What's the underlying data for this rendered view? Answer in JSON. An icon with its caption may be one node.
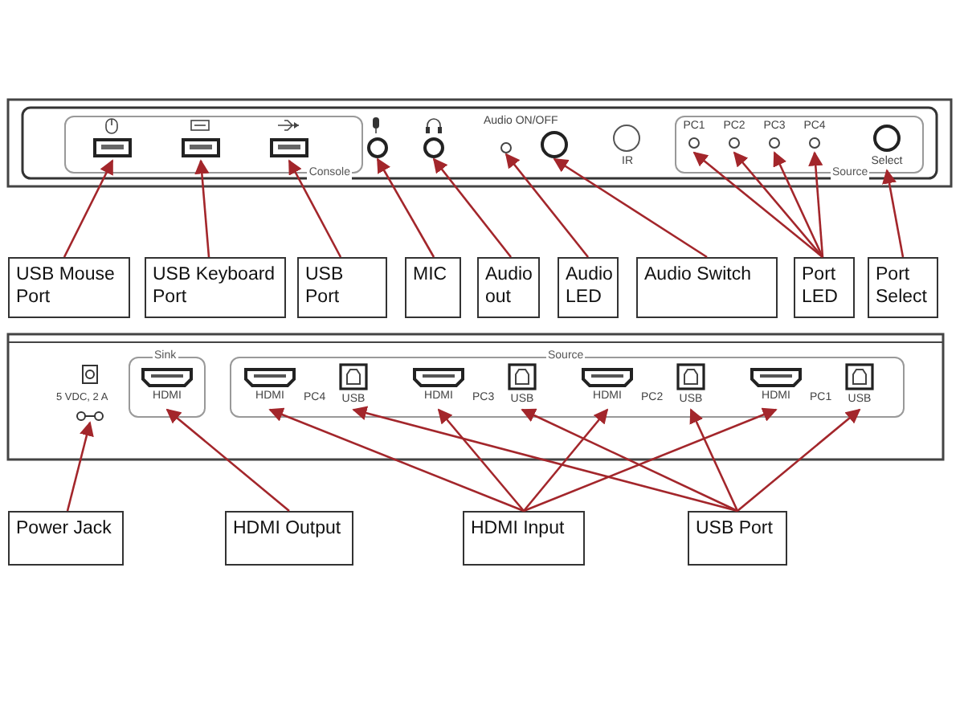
{
  "diagram": {
    "nodes": [
      {
        "text": [
          "Console"
        ]
      },
      {
        "text": [],
        "shape": "port",
        "in": 0
      },
      {
        "text": [],
        "shape": "port",
        "in": 0
      },
      {
        "text": [],
        "shape": "port",
        "in": 0
      },
      {
        "text": [],
        "shape": "circle"
      },
      {
        "text": [],
        "shape": "circle"
      },
      {
        "text": [],
        "shape": "circle"
      },
      {
        "text": [],
        "shape": "circle"
      },
      {
        "text": [
          "Source"
        ]
      },
      {
        "text": [],
        "shape": "circle",
        "in": 8,
        "beside": [
          "PC1"
        ]
      },
      {
        "text": [],
        "shape": "circle",
        "in": 8,
        "beside": [
          "PC2"
        ]
      },
      {
        "text": [],
        "shape": "circle",
        "in": 8,
        "beside": [
          "PC3"
        ]
      },
      {
        "text": [],
        "shape": "circle",
        "in": 8,
        "beside": [
          "PC4"
        ]
      },
      {
        "text": [],
        "shape": "circle",
        "in": 8,
        "beside": [
          "Select"
        ]
      },
      {
        "text": [],
        "shape": "symbol",
        "beside": [
          "5 VDC, 2 A"
        ]
      },
      {
        "text": [
          "Sink"
        ]
      },
      {
        "text": [],
        "shape": "port",
        "in": 15,
        "beside": [
          "HDMI"
        ]
      },
      {
        "text": [
          "Source"
        ]
      },
      {
        "text": [],
        "shape": "port",
        "in": 17,
        "beside": [
          "HDMI"
        ]
      },
      {
        "text": [],
        "shape": "port",
        "in": 17,
        "beside": [
          "USB"
        ]
      },
      {
        "text": [],
        "shape": "port",
        "in": 17,
        "beside": [
          "HDMI"
        ]
      },
      {
        "text": [],
        "shape": "port",
        "in": 17,
        "beside": [
          "USB"
        ]
      },
      {
        "text": [],
        "shape": "port",
        "in": 17,
        "beside": [
          "HDMI"
        ]
      },
      {
        "text": [],
        "shape": "port",
        "in": 17,
        "beside": [
          "USB"
        ]
      },
      {
        "text": [],
        "shape": "port",
        "in": 17,
        "beside": [
          "HDMI"
        ]
      },
      {
        "text": [],
        "shape": "port",
        "in": 17,
        "beside": [
          "USB"
        ]
      },
      {
        "text": [
          "USB Mouse Port"
        ]
      },
      {
        "text": [
          "USB Keyboard Port"
        ]
      },
      {
        "text": [
          "USB Port"
        ]
      },
      {
        "text": [
          "MIC"
        ]
      },
      {
        "text": [
          "Audio out"
        ]
      },
      {
        "text": [
          "Audio LED"
        ]
      },
      {
        "text": [
          "Audio Switch"
        ]
      },
      {
        "text": [
          "Port LED"
        ]
      },
      {
        "text": [
          "Port Select"
        ]
      },
      {
        "text": [
          "Power Jack"
        ]
      },
      {
        "text": [
          "HDMI Output"
        ]
      },
      {
        "text": [
          "HDMI Input"
        ]
      },
      {
        "text": [
          "USB Port"
        ]
      }
    ],
    "edges": [
      {
        "from": 26,
        "to": 1,
        "arrow": "to"
      },
      {
        "from": 27,
        "to": 2,
        "arrow": "to"
      },
      {
        "from": 28,
        "to": 3,
        "arrow": "to"
      },
      {
        "from": 29,
        "to": 4,
        "arrow": "to"
      },
      {
        "from": 30,
        "to": 5,
        "arrow": "to"
      },
      {
        "from": 31,
        "to": 6,
        "arrow": "to"
      },
      {
        "from": 32,
        "to": 7,
        "arrow": "to"
      },
      {
        "from": 33,
        "to": 9,
        "arrow": "to"
      },
      {
        "from": 33,
        "to": 10,
        "arrow": "to"
      },
      {
        "from": 33,
        "to": 11,
        "arrow": "to"
      },
      {
        "from": 33,
        "to": 12,
        "arrow": "to"
      },
      {
        "from": 34,
        "to": 13,
        "arrow": "to"
      },
      {
        "from": 35,
        "to": 14,
        "arrow": "to"
      },
      {
        "from": 36,
        "to": 16,
        "arrow": "to"
      },
      {
        "from": 37,
        "to": 18,
        "arrow": "to"
      },
      {
        "from": 37,
        "to": 20,
        "arrow": "to"
      },
      {
        "from": 37,
        "to": 22,
        "arrow": "to"
      },
      {
        "from": 37,
        "to": 24,
        "arrow": "to"
      },
      {
        "from": 38,
        "to": 19,
        "arrow": "to"
      },
      {
        "from": 38,
        "to": 21,
        "arrow": "to"
      },
      {
        "from": 38,
        "to": 23,
        "arrow": "to"
      },
      {
        "from": 38,
        "to": 25,
        "arrow": "to"
      }
    ],
    "labels": [
      "Audio ON/OFF",
      "IR",
      "PC4",
      "PC3",
      "PC2",
      "PC1"
    ]
  }
}
